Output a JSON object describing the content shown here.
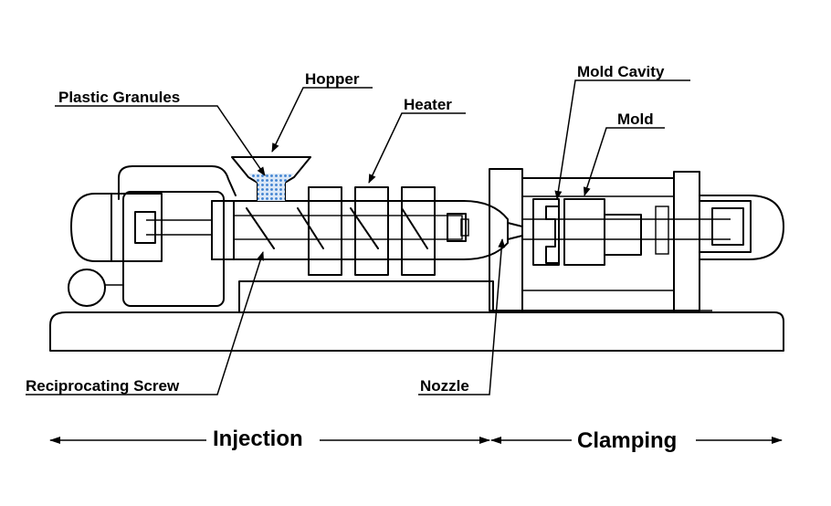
{
  "diagram": {
    "labels": {
      "hopper": "Hopper",
      "plastic_granules": "Plastic Granules",
      "heater": "Heater",
      "mold_cavity": "Mold Cavity",
      "mold": "Mold",
      "reciprocating_screw": "Reciprocating Screw",
      "nozzle": "Nozzle"
    },
    "sections": {
      "injection": "Injection",
      "clamping": "Clamping"
    },
    "colors": {
      "line": "#000000",
      "granules": "#3b7fd0",
      "background": "#ffffff"
    }
  }
}
